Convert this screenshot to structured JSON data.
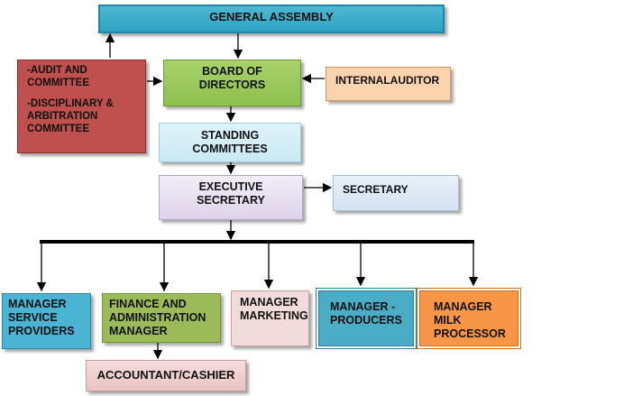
{
  "nodes": {
    "general_assembly": "GENERAL ASSEMBLY",
    "audit_committee": "-AUDIT AND COMMITTEE",
    "disciplinary_committee": "-DISCIPLINARY & ARBITRATION COMMITTEE",
    "board": [
      "BOARD OF",
      "DIRECTORS"
    ],
    "internal_auditor": "INTERNALAUDITOR",
    "standing": [
      "STANDING",
      "COMMITTEES"
    ],
    "executive": [
      "EXECUTIVE",
      "SECRETARY"
    ],
    "secretary": "SECRETARY",
    "mgr_service": [
      "MANAGER",
      "SERVICE",
      "PROVIDERS"
    ],
    "finance": [
      "FINANCE AND",
      "ADMINISTRATION",
      "MANAGER"
    ],
    "marketing": [
      "MANAGER",
      "MARKETING"
    ],
    "producers": [
      "MANAGER -",
      "PRODUCERS"
    ],
    "milk": [
      "MANAGER",
      "MILK",
      "PROCESSOR"
    ],
    "accountant": "ACCOUNTANT/CASHIER"
  },
  "colors": {
    "general_assembly": "#31a6c8",
    "audit": "#c0504d",
    "board": "#9bc45a",
    "internal_auditor": "#fbd3ad",
    "managers_blue": "#4bacc6",
    "finance": "#9bbb59",
    "milk": "#f79646",
    "accountant": "#f2dcdb"
  }
}
